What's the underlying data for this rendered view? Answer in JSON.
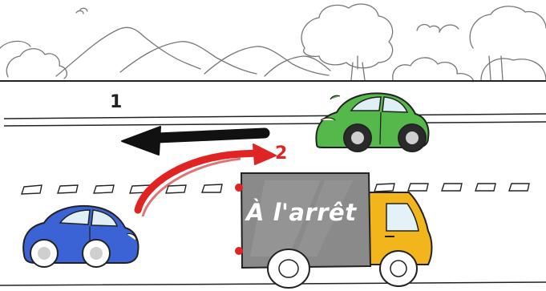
{
  "labels": {
    "lane_1": "1",
    "lane_2": "2",
    "truck_sign": "À l'arrêt"
  },
  "colors": {
    "green_car": "#54b84a",
    "blue_car": "#3b63d6",
    "truck_box": "#8a8a8a",
    "truck_cab": "#f2b51c",
    "red_arrow": "#e02323",
    "black_arrow": "#111111",
    "label_2": "#e02323",
    "outline": "#222222"
  },
  "icons": {
    "black_arrow": "arrow-left-icon",
    "red_arrow": "curved-arrow-icon"
  }
}
